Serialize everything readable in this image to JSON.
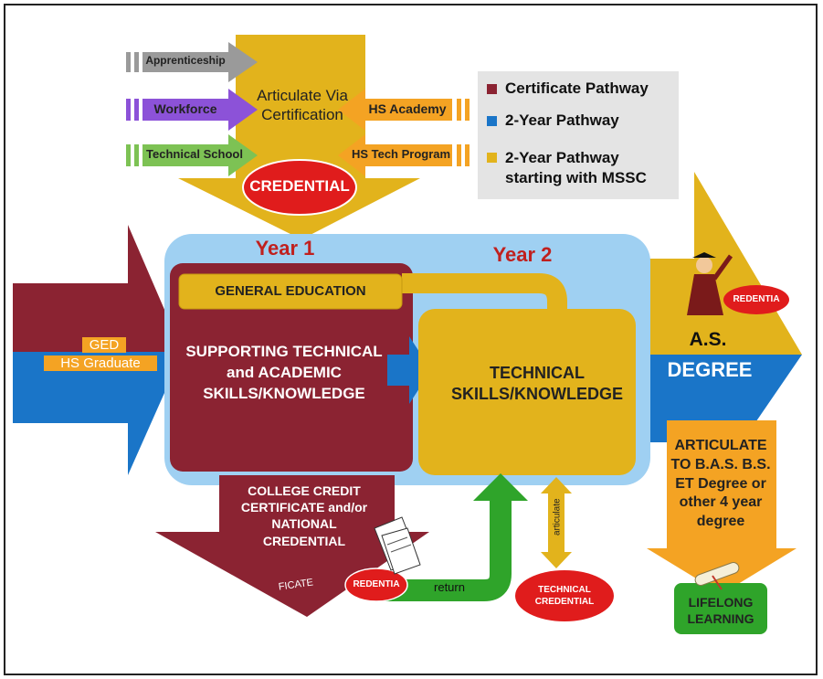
{
  "colors": {
    "certificate_pathway": "#8b2332",
    "two_year_pathway": "#1a75c8",
    "mssc_pathway": "#e2b31c",
    "year_panel": "#9fd0f2",
    "return_arrow": "#2fa42a",
    "credential_ellipse": "#e01c1c",
    "lifelong": "#2fa42a"
  },
  "inputs": {
    "apprenticeship": "Apprenticeship",
    "workforce": "Workforce",
    "technical_school": "Technical School",
    "hs_academy": "HS Academy",
    "hs_tech_program": "HS Tech Program",
    "articulate_via_certification": "Articulate Via Certification",
    "credential": "CREDENTIAL"
  },
  "legend": {
    "items": [
      {
        "label": "Certificate Pathway",
        "color": "#8b2332"
      },
      {
        "label": "2-Year Pathway",
        "color": "#1a75c8"
      },
      {
        "label": "2-Year Pathway starting with MSSC",
        "color": "#e2b31c"
      }
    ]
  },
  "entry": {
    "ged": "GED",
    "hs_graduate": "HS Graduate"
  },
  "years": {
    "year1": "Year 1",
    "year2": "Year 2"
  },
  "boxes": {
    "general_education": "GENERAL EDUCATION",
    "supporting": "SUPPORTING TECHNICAL and ACADEMIC SKILLS/KNOWLEDGE",
    "technical": "TECHNICAL SKILLS/KNOWLEDGE"
  },
  "outcome": {
    "as": "A.S.",
    "degree": "DEGREE",
    "credentia": "REDENTIA",
    "articulate_to": "ARTICULATE TO B.A.S. B.S. ET Degree or other 4 year degree",
    "lifelong": "LIFELONG LEARNING"
  },
  "bottom": {
    "college_credit": "COLLEGE CREDIT CERTIFICATE and/or NATIONAL CREDENTIAL",
    "certificate_scrap": "FICATE",
    "credentia": "REDENTIA",
    "return": "return",
    "articulate": "articulate",
    "technical_credential": "TECHNICAL CREDENTIAL"
  }
}
